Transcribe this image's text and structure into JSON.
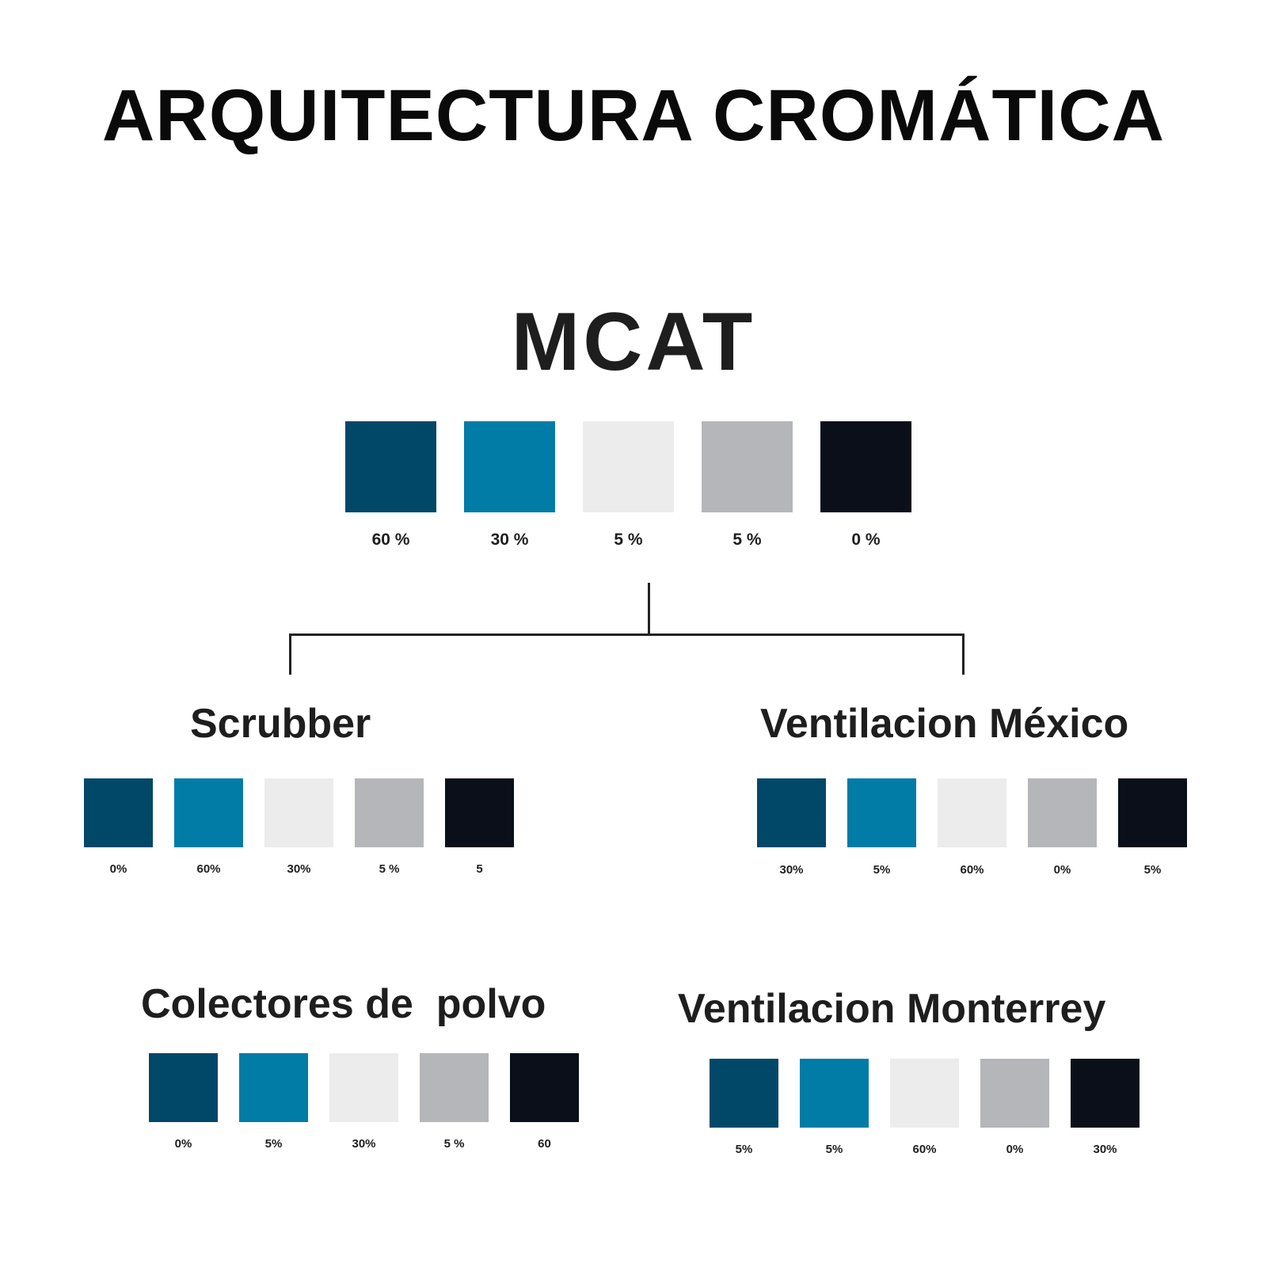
{
  "title": "ARQUITECTURA CROMÁTICA",
  "palette": {
    "dark_blue": "#014868",
    "blue": "#007ca7",
    "light_gray": "#ececec",
    "gray": "#b5b6b9",
    "black": "#0a0f19"
  },
  "mcat": {
    "name": "MCAT",
    "swatches": [
      {
        "color": "#014868",
        "label": "60 %"
      },
      {
        "color": "#007ca7",
        "label": "30 %"
      },
      {
        "color": "#ececec",
        "label": "5 %"
      },
      {
        "color": "#b5b6b9",
        "label": "5 %"
      },
      {
        "color": "#0a0f19",
        "label": "0 %"
      }
    ]
  },
  "brands": [
    {
      "name": "Scrubber",
      "swatches": [
        {
          "color": "#014868",
          "label": "0%"
        },
        {
          "color": "#007ca7",
          "label": "60%"
        },
        {
          "color": "#ececec",
          "label": "30%"
        },
        {
          "color": "#b5b6b9",
          "label": "5 %"
        },
        {
          "color": "#0a0f19",
          "label": "5"
        }
      ]
    },
    {
      "name": "Ventilacion México",
      "swatches": [
        {
          "color": "#014868",
          "label": "30%"
        },
        {
          "color": "#007ca7",
          "label": "5%"
        },
        {
          "color": "#ececec",
          "label": "60%"
        },
        {
          "color": "#b5b6b9",
          "label": "0%"
        },
        {
          "color": "#0a0f19",
          "label": "5%"
        }
      ]
    },
    {
      "name": "Colectores de  polvo",
      "swatches": [
        {
          "color": "#014868",
          "label": "0%"
        },
        {
          "color": "#007ca7",
          "label": "5%"
        },
        {
          "color": "#ececec",
          "label": "30%"
        },
        {
          "color": "#b5b6b9",
          "label": "5 %"
        },
        {
          "color": "#0a0f19",
          "label": "60"
        }
      ]
    },
    {
      "name": "Ventilacion Monterrey",
      "swatches": [
        {
          "color": "#014868",
          "label": "5%"
        },
        {
          "color": "#007ca7",
          "label": "5%"
        },
        {
          "color": "#ececec",
          "label": "60%"
        },
        {
          "color": "#b5b6b9",
          "label": "0%"
        },
        {
          "color": "#0a0f19",
          "label": "30%"
        }
      ]
    }
  ]
}
